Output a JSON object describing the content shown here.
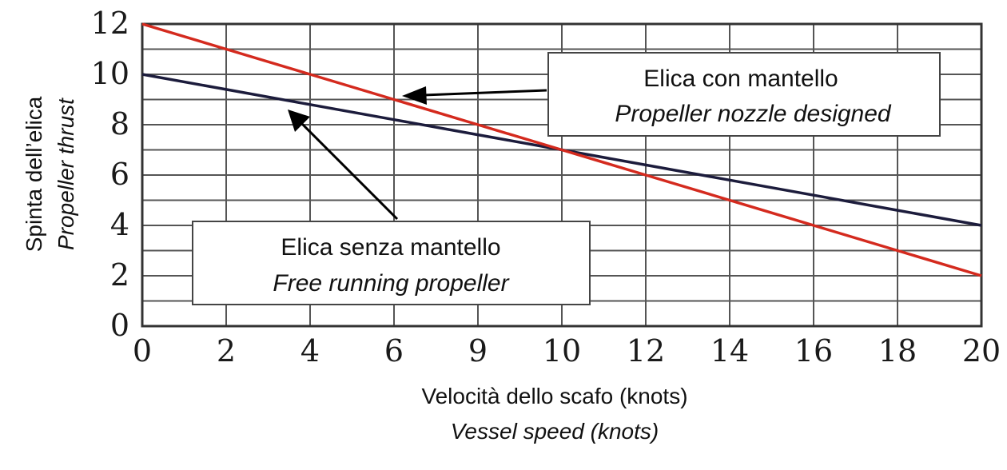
{
  "chart_data": {
    "type": "line",
    "x": [
      0,
      2,
      4,
      6,
      9,
      10,
      12,
      14,
      16,
      18,
      20
    ],
    "x_tick_labels": [
      "0",
      "2",
      "4",
      "6",
      "9",
      "10",
      "12",
      "14",
      "16",
      "18",
      "20"
    ],
    "y_tick_labels": [
      "0",
      "2",
      "4",
      "6",
      "8",
      "10",
      "12"
    ],
    "ylim": [
      0,
      12
    ],
    "xlabel": "Velocità dello scafo (knots)",
    "xlabel_italic": "Vessel speed (knots)",
    "ylabel": "Spinta dell’elica",
    "ylabel_italic": "Propeller thrust",
    "grid": true,
    "series": [
      {
        "name": "Elica con mantello",
        "name_italic": "Propeller nozzle designed",
        "color": "#d42a1e",
        "values": [
          12,
          11,
          10,
          9,
          8,
          7,
          6,
          5,
          4,
          3,
          2
        ]
      },
      {
        "name": "Elica senza mantello",
        "name_italic": "Free running propeller",
        "color": "#1c1c3c",
        "values": [
          10,
          9.4,
          8.8,
          8.2,
          7.6,
          7,
          6.4,
          5.8,
          5.2,
          4.6,
          4
        ]
      }
    ]
  }
}
